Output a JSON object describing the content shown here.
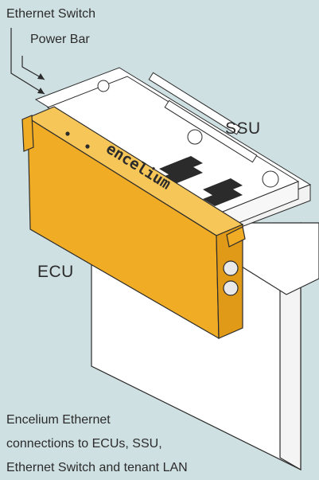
{
  "labels": {
    "ethernet_switch": "Ethernet Switch",
    "power_bar": "Power Bar",
    "ssu": "SSU",
    "ecu": "ECU"
  },
  "brand_text": "encelium",
  "caption_lines": [
    "Encelium Ethernet",
    "connections to ECUs, SSU,",
    "Ethernet Switch and tenant LAN"
  ],
  "colors": {
    "background": "#cfe0e3",
    "ecu_front": "#f0ac24",
    "ecu_side": "#e09a18",
    "outline": "#2b2b2b",
    "rack": "#ffffff"
  }
}
